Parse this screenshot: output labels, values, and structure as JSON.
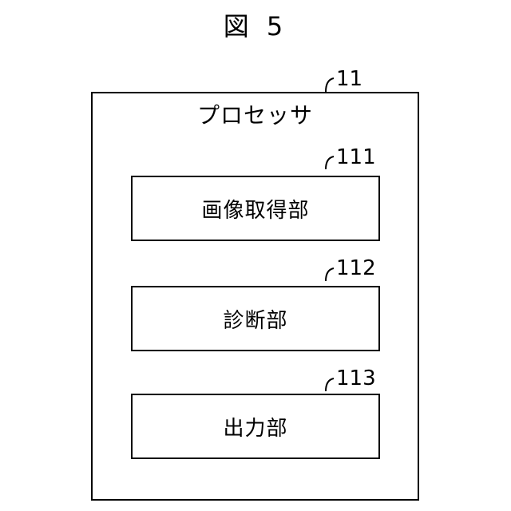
{
  "figure": {
    "title": "図 5"
  },
  "processor": {
    "label": "プロセッサ",
    "ref": "11",
    "modules": [
      {
        "label": "画像取得部",
        "ref": "111"
      },
      {
        "label": "診断部",
        "ref": "112"
      },
      {
        "label": "出力部",
        "ref": "113"
      }
    ]
  }
}
